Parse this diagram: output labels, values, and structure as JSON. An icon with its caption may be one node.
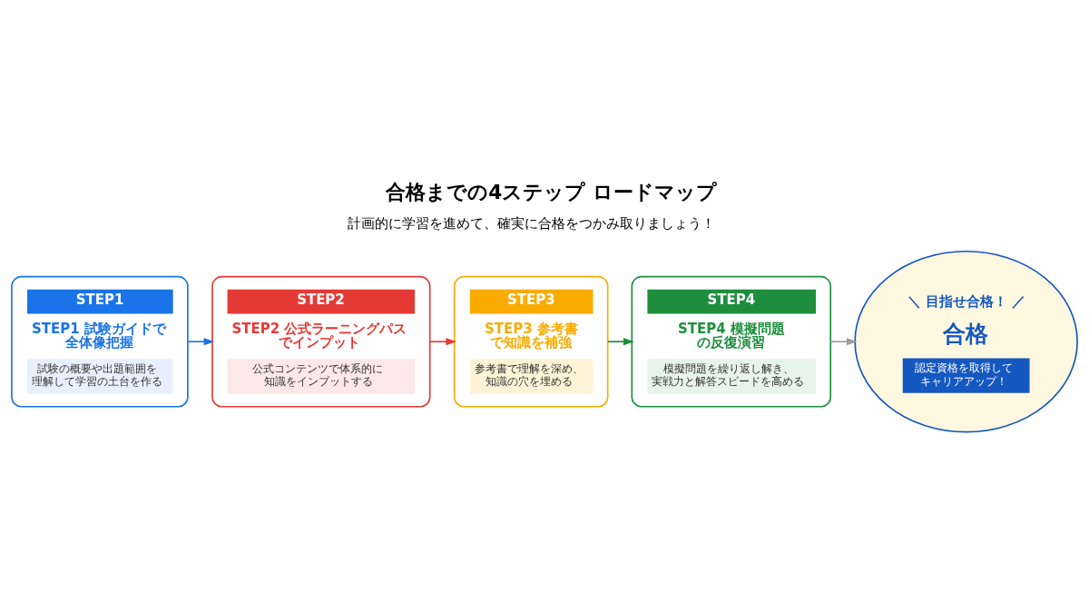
{
  "diagram": {
    "title": "合格までの4ステップ ロードマップ",
    "nodes": [
      {
        "text": [
          "STEP1",
          "STEP1 試験ガイドで全体像把握",
          "試験の概要や出題範囲を理解して学習の土台を作る"
        ]
      },
      {
        "text": [
          "STEP2",
          "STEP2 公式ラーニングパスでインプット",
          "公式コンテンツで体系的に知識をインプットする"
        ]
      },
      {
        "text": [
          "STEP3",
          "STEP3 参考書で知識を補強",
          "参考書で理解を深め、知識の穴を埋める"
        ]
      },
      {
        "text": [
          "STEP4",
          "STEP4 模擬問題の反復演習",
          "模擬問題を繰り返し解き、実戦力と解答スピードを高める"
        ]
      },
      {
        "text": [
          "＼ 目指せ合格！ ／",
          "合格",
          "認定資格を取得してキャリアアップ！"
        ]
      }
    ],
    "edges": [
      {
        "from": 0,
        "to": 1,
        "arrow": "to",
        "color": "#1a73e8"
      },
      {
        "from": 1,
        "to": 2,
        "arrow": "to",
        "color": "#e53935"
      },
      {
        "from": 2,
        "to": 3,
        "arrow": "to",
        "color": "#1e8e3e"
      },
      {
        "from": 3,
        "to": 4,
        "arrow": "to",
        "color": "#9e9e9e"
      }
    ],
    "labels": [
      "計画的に学習を進めて、確実に合格をつかみ取りましょう！"
    ]
  }
}
